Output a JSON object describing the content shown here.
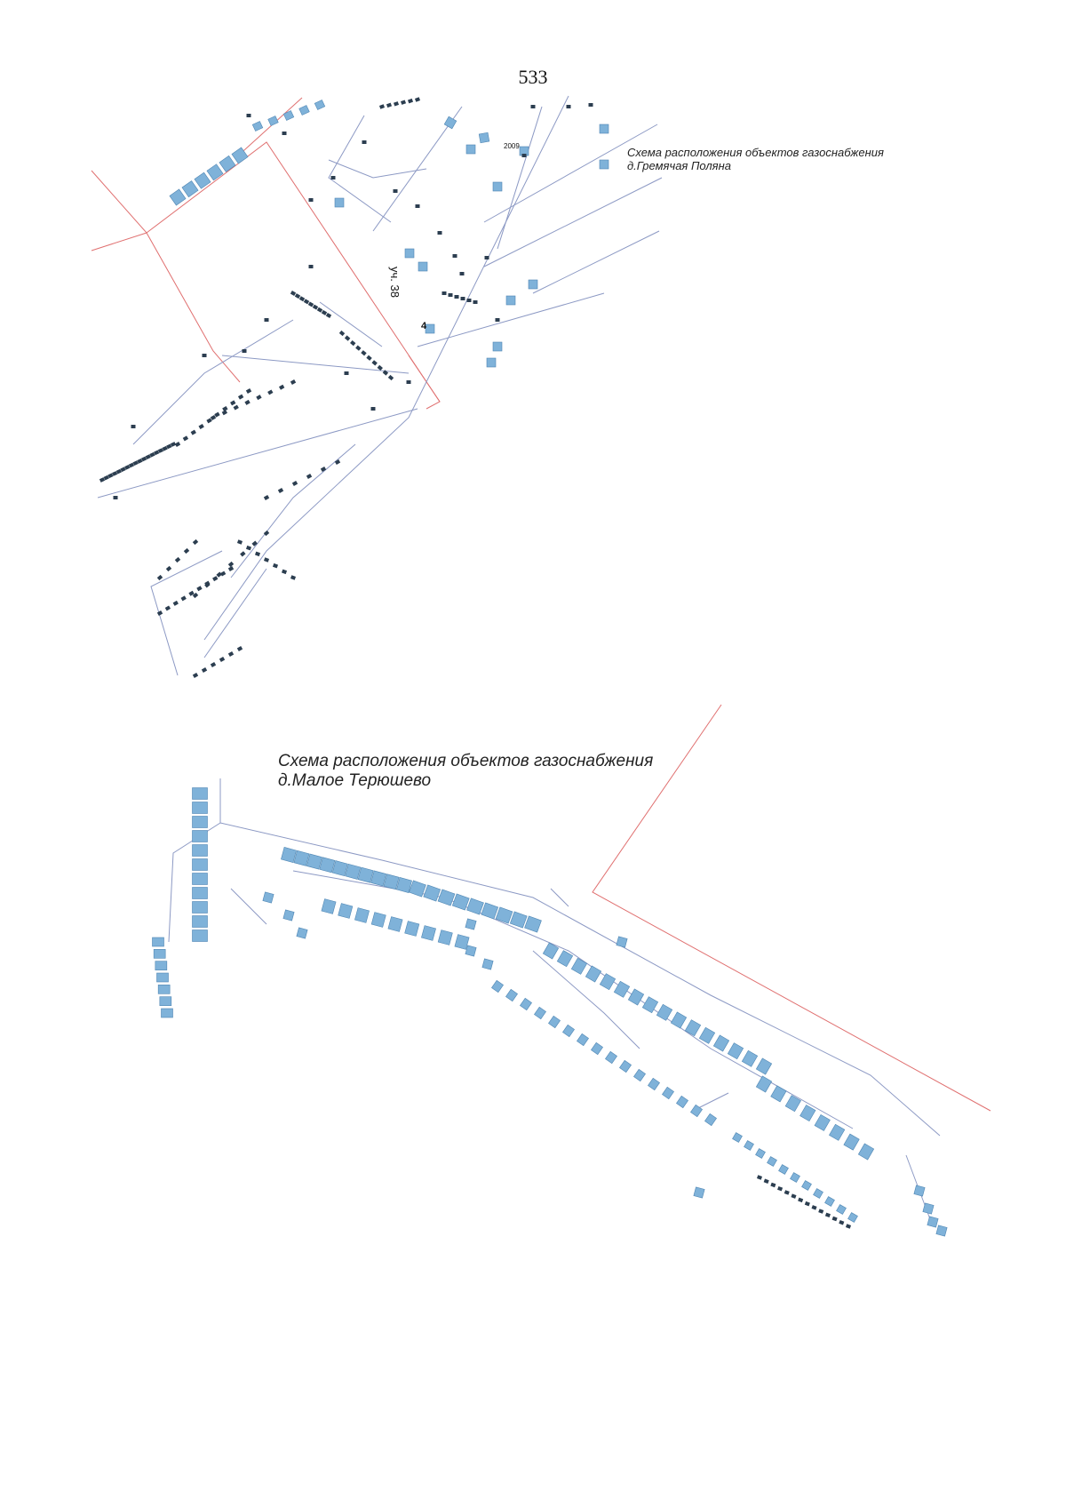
{
  "page": {
    "number": "533"
  },
  "maps": [
    {
      "id": "gremyachaya",
      "title_line1": "Схема расположения объектов газоснабжения",
      "title_line2": "д.Гремячая Поляна",
      "labels": {
        "plot": "уч. 38",
        "number_a": "4",
        "number_b": "2009"
      }
    },
    {
      "id": "teryushevo",
      "title_line1": "Схема расположения объектов газоснабжения",
      "title_line2": "д.Малое Терюшево"
    }
  ],
  "colors": {
    "building": "#7fb2d9",
    "building_stroke": "#4f86b3",
    "pipe": "#8c99c4",
    "boundary": "#e07070",
    "marker": "#2c3e50"
  }
}
